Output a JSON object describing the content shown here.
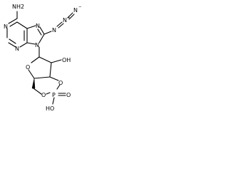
{
  "molecule": {
    "atoms": {
      "amine": "NH2",
      "n1": "N",
      "n3": "N",
      "n7": "N",
      "n9": "N",
      "azide_n1": "N",
      "azide_n2": "N",
      "azide_n3": "N",
      "azide_plus": "+",
      "azide_minus": "−",
      "ring_o": "O",
      "hydroxyl": "OH",
      "o_bridge_top": "O",
      "o_bridge_side": "O",
      "phosphorus": "P",
      "p_oxo": "O",
      "p_hydroxyl": "HO"
    }
  }
}
